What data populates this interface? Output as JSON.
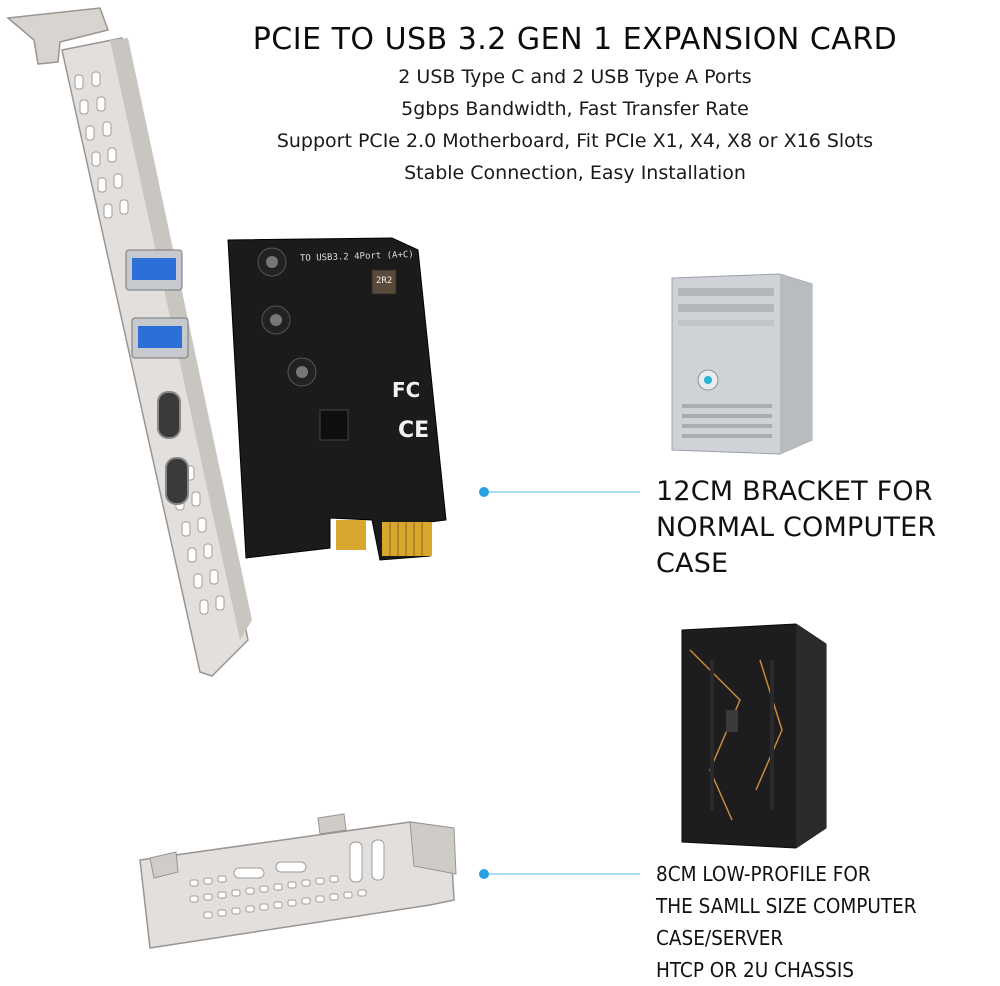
{
  "header": {
    "title": "PCIE TO USB 3.2 GEN 1 EXPANSION CARD",
    "features": [
      "2 USB Type C and 2 USB Type A Ports",
      "5gbps Bandwidth, Fast Transfer Rate",
      "Support PCIe 2.0 Motherboard, Fit PCIe X1, X4, X8 or X16 Slots",
      "Stable Connection, Easy Installation"
    ]
  },
  "board": {
    "silkscreen": "TO USB3.2 4Port (A+C)",
    "inductor": "2R2",
    "fc_mark": "FC",
    "ce_mark": "CE"
  },
  "brackets": {
    "full_height": {
      "lines": [
        "12CM BRACKET FOR",
        "NORMAL COMPUTER CASE"
      ],
      "dot_color": "#2aa0e0"
    },
    "low_profile": {
      "lines": [
        "8CM LOW-PROFILE FOR",
        "THE SAMLL SIZE COMPUTER",
        "CASE/SERVER",
        "HTCP OR 2U CHASSIS"
      ],
      "dot_color": "#2aa0e0"
    }
  },
  "icons": {
    "pc_tower": "desktop-tower-icon",
    "server_tower": "server-tower-icon"
  }
}
